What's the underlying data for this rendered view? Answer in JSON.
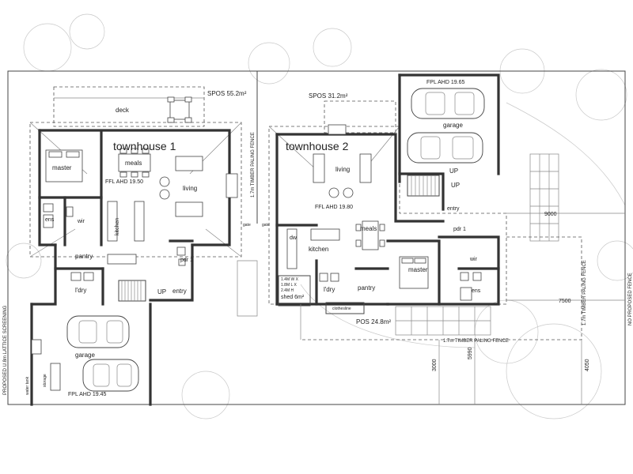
{
  "townhouse1": {
    "title": "townhouse 1",
    "spos": "SPOS 55.2m²",
    "rooms": {
      "deck": "deck",
      "master": "master",
      "meals": "meals",
      "living": "living",
      "ens": "ens",
      "wir": "wir",
      "kitchen": "kitchen",
      "pantry": "pantry",
      "laundry": "l'dry",
      "pdr": "pdr 1",
      "entry": "entry",
      "up": "UP",
      "garage": "garage",
      "storage": "storage",
      "water_tank": "water tank"
    },
    "fpl": "FFL AHD 19.50",
    "garage_fpl": "FPL AHD 19.45"
  },
  "townhouse2": {
    "title": "townhouse 2",
    "spos": "SPOS 31.2m²",
    "rooms": {
      "garage": "garage",
      "living": "living",
      "meals": "meals",
      "kitchen": "kitchen",
      "laundry": "l'dry",
      "pantry": "pantry",
      "master": "master",
      "wir": "wir",
      "ens": "ens",
      "pdr": "pdr 1",
      "entry": "entry",
      "up1": "UP",
      "up2": "UP",
      "dw": "dw"
    },
    "fpl": "FFL AHD 19.80",
    "garage_fpl": "FPL AHD 19.65",
    "shed_spec": [
      "1.4M W X",
      "1.8M L X",
      "2.4M H"
    ],
    "shed": "shed 6m²",
    "pos": "POS 24.8m²",
    "clothesline": "clothesline"
  },
  "site": {
    "fence_mid": "1.7m TIMBER PALING FENCE",
    "fence_bottom": "1.7m TIMBER PALING FENCE",
    "fence_right": "1.7m TIMBER PALING FENCE",
    "left_side": "PROPOSED U.8m LATTICE SCREENING",
    "right_side": "NO PROPOSED FENCE",
    "gate1": "gate",
    "gate2": "gate",
    "dims": {
      "d9000": "9000",
      "d7500": "7500",
      "d3000": "3000",
      "d5990": "5990",
      "d4050": "4050"
    }
  }
}
